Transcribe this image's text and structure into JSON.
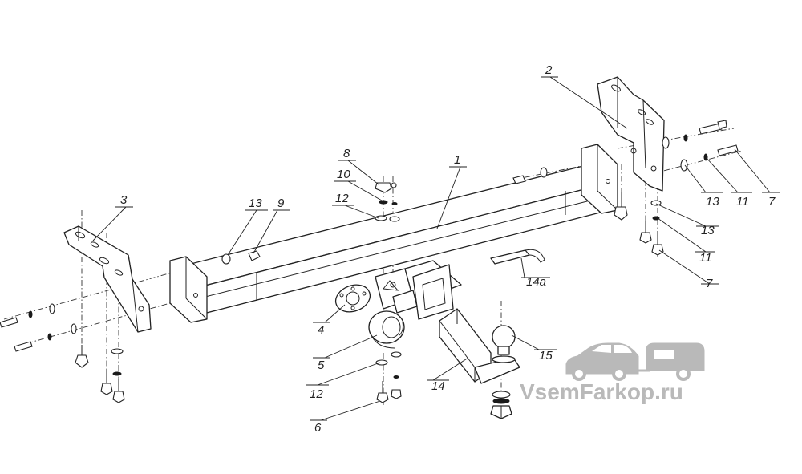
{
  "callouts": [
    {
      "id": "c1",
      "label": "1"
    },
    {
      "id": "c2",
      "label": "2"
    },
    {
      "id": "c3",
      "label": "3"
    },
    {
      "id": "c4",
      "label": "4"
    },
    {
      "id": "c5",
      "label": "5"
    },
    {
      "id": "c6",
      "label": "6"
    },
    {
      "id": "c7a",
      "label": "7"
    },
    {
      "id": "c7b",
      "label": "7"
    },
    {
      "id": "c8",
      "label": "8"
    },
    {
      "id": "c9",
      "label": "9"
    },
    {
      "id": "c10",
      "label": "10"
    },
    {
      "id": "c11a",
      "label": "11"
    },
    {
      "id": "c11b",
      "label": "11"
    },
    {
      "id": "c12a",
      "label": "12"
    },
    {
      "id": "c12b",
      "label": "12"
    },
    {
      "id": "c13a",
      "label": "13"
    },
    {
      "id": "c13b",
      "label": "13"
    },
    {
      "id": "c13c",
      "label": "13"
    },
    {
      "id": "c14",
      "label": "14"
    },
    {
      "id": "c14a",
      "label": "14a"
    },
    {
      "id": "c15",
      "label": "15"
    }
  ],
  "watermark": {
    "text": "VsemFarkop.ru",
    "icon": "car-with-trailer-icon",
    "color": "#b9b9b9"
  }
}
